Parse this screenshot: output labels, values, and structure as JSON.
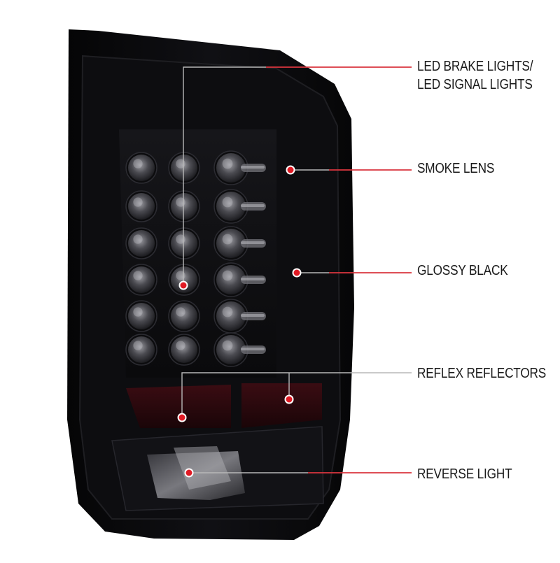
{
  "callouts": [
    {
      "id": "led",
      "lines": [
        "LED BRAKE LIGHTS/",
        "LED SIGNAL LIGHTS"
      ]
    },
    {
      "id": "smoke",
      "lines": [
        "SMOKE LENS"
      ]
    },
    {
      "id": "glossy",
      "lines": [
        "GLOSSY BLACK"
      ]
    },
    {
      "id": "reflex",
      "lines": [
        "REFLEX REFLECTORS"
      ]
    },
    {
      "id": "reverse",
      "lines": [
        "REVERSE LIGHT"
      ]
    }
  ],
  "colors": {
    "housing": "#0a0a0c",
    "lens_smoke": "#141418",
    "leader_line": "#b8b8b8",
    "leader_accent": "#e0202a",
    "marker_dot": "#e01a24",
    "reflector": "#2a0a0e"
  }
}
